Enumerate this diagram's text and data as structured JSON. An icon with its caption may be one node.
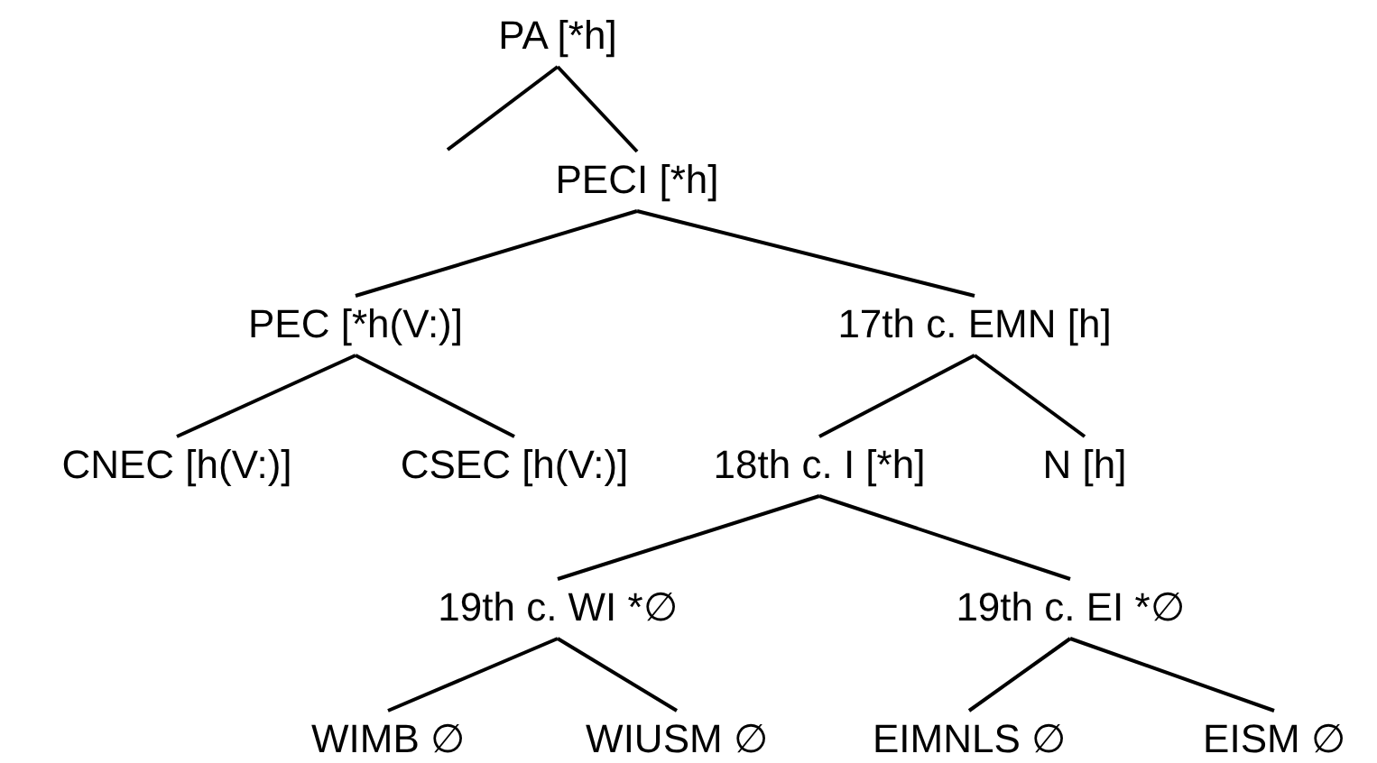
{
  "diagram": {
    "nodes": [
      {
        "text": [
          "PA [*h]"
        ]
      },
      {
        "text": [
          "PECI [*h]"
        ]
      },
      {
        "text": [
          "PEC [*h(V:)]"
        ]
      },
      {
        "text": [
          "17th c. EMN [h]"
        ]
      },
      {
        "text": [
          "CNEC [h(V:)]"
        ]
      },
      {
        "text": [
          "CSEC [h(V:)]"
        ]
      },
      {
        "text": [
          "18th c. I [*h]"
        ]
      },
      {
        "text": [
          "N [h]"
        ]
      },
      {
        "text": [
          "19th c. WI *∅"
        ]
      },
      {
        "text": [
          "19th c. EI *∅"
        ]
      },
      {
        "text": [
          "WIMB ∅"
        ]
      },
      {
        "text": [
          "WIUSM ∅"
        ]
      },
      {
        "text": [
          "EIMNLS ∅"
        ]
      },
      {
        "text": [
          "EISM ∅"
        ]
      }
    ],
    "edges": [
      {
        "from": 0,
        "to": null,
        "arrow": "none"
      },
      {
        "from": 0,
        "to": 1,
        "arrow": "none"
      },
      {
        "from": 1,
        "to": 2,
        "arrow": "none"
      },
      {
        "from": 1,
        "to": 3,
        "arrow": "none"
      },
      {
        "from": 2,
        "to": 4,
        "arrow": "none"
      },
      {
        "from": 2,
        "to": 5,
        "arrow": "none"
      },
      {
        "from": 3,
        "to": 6,
        "arrow": "none"
      },
      {
        "from": 3,
        "to": 7,
        "arrow": "none"
      },
      {
        "from": 6,
        "to": 8,
        "arrow": "none"
      },
      {
        "from": 6,
        "to": 9,
        "arrow": "none"
      },
      {
        "from": 8,
        "to": 10,
        "arrow": "none"
      },
      {
        "from": 8,
        "to": 11,
        "arrow": "none"
      },
      {
        "from": 9,
        "to": 12,
        "arrow": "none"
      },
      {
        "from": 9,
        "to": 13,
        "arrow": "none"
      }
    ]
  }
}
